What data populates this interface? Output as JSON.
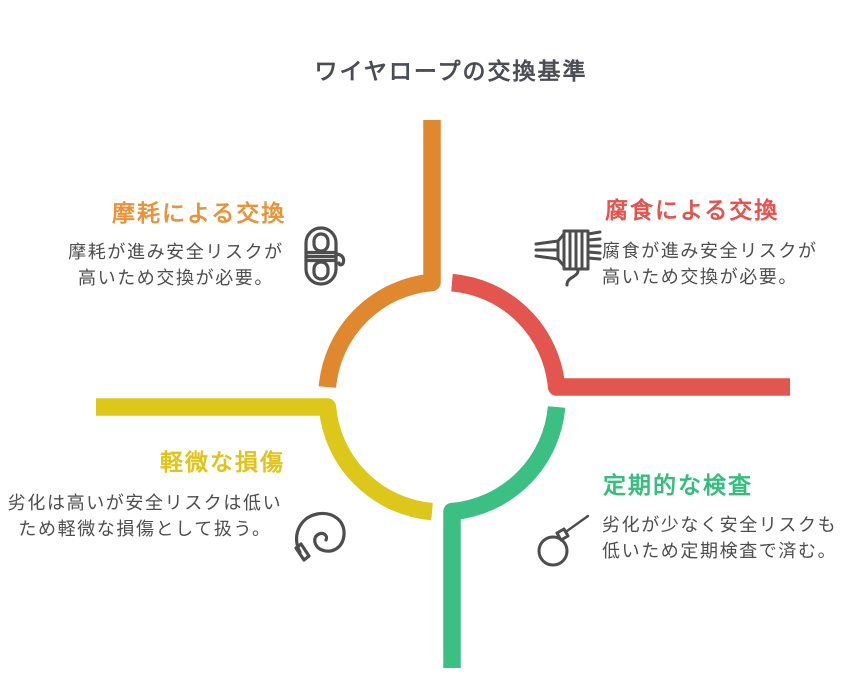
{
  "title": "ワイヤロープの交換基準",
  "colors": {
    "orange": "#e0882f",
    "red": "#e2564f",
    "yellow": "#ddc71b",
    "green": "#3cbf82",
    "heading_orange": "#e8943a",
    "heading_red": "#e4544f",
    "heading_yellow": "#e0c41c",
    "heading_green": "#38bd80",
    "title_text": "#4a4e54",
    "body_text": "#4d4d4d",
    "icon_stroke": "#4d4d4d"
  },
  "quadrants": {
    "wear": {
      "heading": "摩耗による交換",
      "line1": "摩耗が進み安全リスクが",
      "line2": "高いため交換が必要。",
      "icon": "rope-coil-icon"
    },
    "corrosion": {
      "heading": "腐食による交換",
      "line1": "腐食が進み安全リスクが",
      "line2": "高いため交換が必要。",
      "icon": "frayed-cable-icon"
    },
    "minor_damage": {
      "heading": "軽微な損傷",
      "line1": "劣化は高いが安全リスクは低い",
      "line2": "ため軽微な損傷として扱う。",
      "icon": "spiral-rope-icon"
    },
    "inspection": {
      "heading": "定期的な検査",
      "line1": "劣化が少なく安全リスクも",
      "line2": "低いため定期検査で済む。",
      "icon": "rope-loop-icon"
    }
  }
}
